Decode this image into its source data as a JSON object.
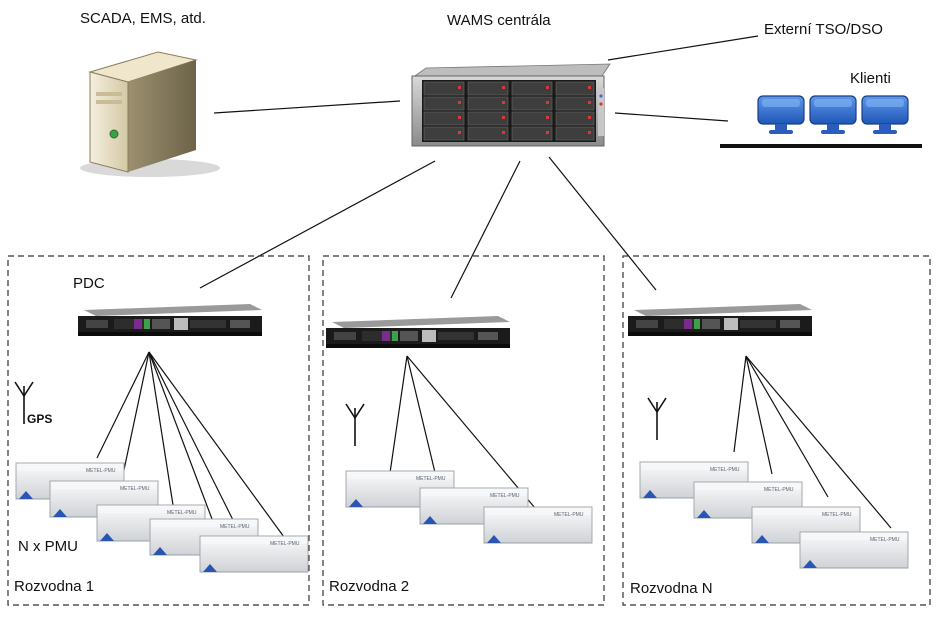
{
  "labels": {
    "scada": "SCADA, EMS, atd.",
    "wams": "WAMS centrála",
    "tso": "Externí TSO/DSO",
    "klienti": "Klienti",
    "pdc": "PDC",
    "gps": "GPS",
    "npmu": "N x PMU"
  },
  "substations": [
    {
      "name": "Rozvodna 1"
    },
    {
      "name": "Rozvodna 2"
    },
    {
      "name": "Rozvodna N"
    }
  ],
  "pmu_device": {
    "brand": "METEL-PMU"
  },
  "colors": {
    "line": "#111111",
    "dash": "#333333",
    "client_blue": "#2f6fd0",
    "pmu_body": "#e9eaec",
    "server_body": "#eae3cf"
  }
}
